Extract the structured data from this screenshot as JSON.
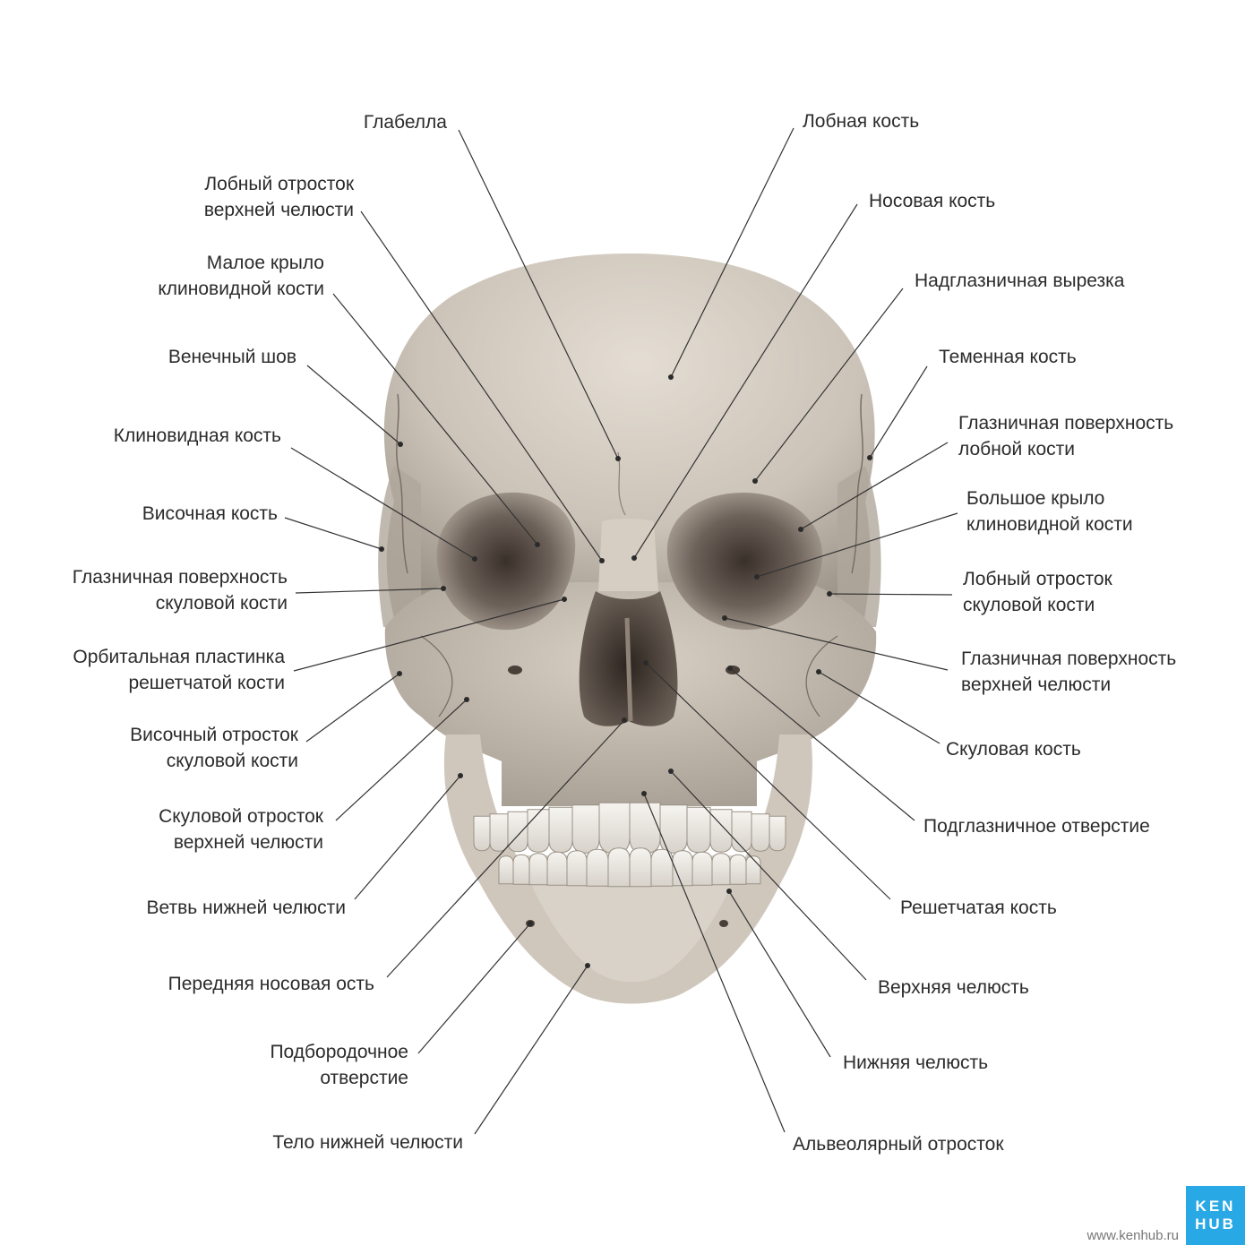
{
  "labels_left": [
    {
      "id": "glabella",
      "text": "Глабелла"
    },
    {
      "id": "frontal-process-maxilla",
      "text": "Лобный отросток\nверхней челюсти"
    },
    {
      "id": "lesser-wing-sphenoid",
      "text": "Малое крыло\nклиновидной кости"
    },
    {
      "id": "coronal-suture",
      "text": "Венечный шов"
    },
    {
      "id": "sphenoid-bone",
      "text": "Клиновидная кость"
    },
    {
      "id": "temporal-bone",
      "text": "Височная кость"
    },
    {
      "id": "orbital-surface-zygomatic",
      "text": "Глазничная поверхность\nскуловой кости"
    },
    {
      "id": "orbital-plate-ethmoid",
      "text": "Орбитальная пластинка\nрешетчатой кости"
    },
    {
      "id": "temporal-process-zygomatic",
      "text": "Височный отросток\nскуловой кости"
    },
    {
      "id": "zygomatic-process-maxilla",
      "text": "Скуловой отросток\nверхней челюсти"
    },
    {
      "id": "ramus-mandible",
      "text": "Ветвь нижней челюсти"
    },
    {
      "id": "anterior-nasal-spine",
      "text": "Передняя носовая ость"
    },
    {
      "id": "mental-foramen",
      "text": "Подбородочное\nотверстие"
    },
    {
      "id": "body-mandible",
      "text": "Тело нижней челюсти"
    }
  ],
  "labels_right": [
    {
      "id": "frontal-bone",
      "text": "Лобная кость"
    },
    {
      "id": "nasal-bone",
      "text": "Носовая кость"
    },
    {
      "id": "supraorbital-notch",
      "text": "Надглазничная вырезка"
    },
    {
      "id": "parietal-bone",
      "text": "Теменная кость"
    },
    {
      "id": "orbital-surface-frontal",
      "text": "Глазничная поверхность\nлобной кости"
    },
    {
      "id": "greater-wing-sphenoid",
      "text": "Большое крыло\nклиновидной кости"
    },
    {
      "id": "frontal-process-zygomatic",
      "text": "Лобный отросток\nскуловой кости"
    },
    {
      "id": "orbital-surface-maxilla",
      "text": "Глазничная поверхность\nверхней челюсти"
    },
    {
      "id": "zygomatic-bone",
      "text": "Скуловая кость"
    },
    {
      "id": "infraorbital-foramen",
      "text": "Подглазничное отверстие"
    },
    {
      "id": "ethmoid-bone",
      "text": "Решетчатая кость"
    },
    {
      "id": "maxilla",
      "text": "Верхняя челюсть"
    },
    {
      "id": "mandible",
      "text": "Нижняя челюсть"
    },
    {
      "id": "alveolar-process",
      "text": "Альвеолярный отросток"
    }
  ],
  "brand": {
    "logo_line1": "KEN",
    "logo_line2": "HUB",
    "site": "www.kenhub.ru"
  },
  "colors": {
    "bone": "#c9c1b6",
    "bone_light": "#ded7cd",
    "shadow": "#4a4039",
    "leader": "#333333",
    "logo": "#29a8e6"
  }
}
